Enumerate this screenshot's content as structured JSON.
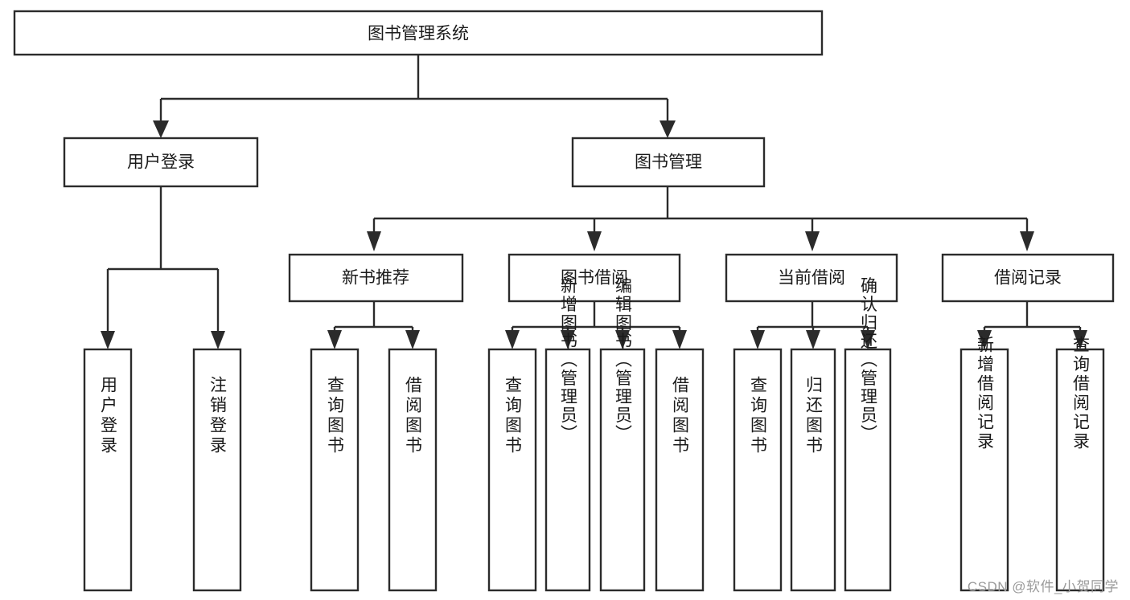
{
  "diagram": {
    "type": "tree-hierarchy-flowchart",
    "title": "图书管理系统",
    "root": {
      "id": "root",
      "label": "图书管理系统",
      "orientation": "horizontal"
    },
    "level2": [
      {
        "id": "user-login",
        "label": "用户登录",
        "orientation": "horizontal"
      },
      {
        "id": "book-manage",
        "label": "图书管理",
        "orientation": "horizontal"
      }
    ],
    "level3": [
      {
        "id": "new-book-rec",
        "label": "新书推荐",
        "orientation": "horizontal",
        "parent": "book-manage"
      },
      {
        "id": "book-borrow",
        "label": "图书借阅",
        "orientation": "horizontal",
        "parent": "book-manage"
      },
      {
        "id": "current-borrow",
        "label": "当前借阅",
        "orientation": "horizontal",
        "parent": "book-manage"
      },
      {
        "id": "borrow-record",
        "label": "借阅记录",
        "orientation": "horizontal",
        "parent": "book-manage"
      }
    ],
    "leaves": [
      {
        "id": "leaf-user-login",
        "label": "用户登录",
        "orientation": "vertical",
        "parent": "user-login"
      },
      {
        "id": "leaf-user-logout",
        "label": "注销登录",
        "orientation": "vertical",
        "parent": "user-login"
      },
      {
        "id": "leaf-query-book-1",
        "label": "查询图书",
        "orientation": "vertical",
        "parent": "new-book-rec"
      },
      {
        "id": "leaf-borrow-book-1",
        "label": "借阅图书",
        "orientation": "vertical",
        "parent": "new-book-rec"
      },
      {
        "id": "leaf-query-book-2",
        "label": "查询图书",
        "orientation": "vertical",
        "parent": "book-borrow"
      },
      {
        "id": "leaf-add-book",
        "label": "新增图书（管理员）",
        "orientation": "vertical",
        "parent": "book-borrow"
      },
      {
        "id": "leaf-edit-book",
        "label": "编辑图书（管理员）",
        "orientation": "vertical",
        "parent": "book-borrow"
      },
      {
        "id": "leaf-borrow-book-2",
        "label": "借阅图书",
        "orientation": "vertical",
        "parent": "book-borrow"
      },
      {
        "id": "leaf-query-book-3",
        "label": "查询图书",
        "orientation": "vertical",
        "parent": "current-borrow"
      },
      {
        "id": "leaf-return-book",
        "label": "归还图书",
        "orientation": "vertical",
        "parent": "current-borrow"
      },
      {
        "id": "leaf-confirm-return",
        "label": "确认归还（管理员）",
        "orientation": "vertical",
        "parent": "current-borrow"
      },
      {
        "id": "leaf-add-record",
        "label": "新增借阅记录",
        "orientation": "vertical",
        "parent": "borrow-record"
      },
      {
        "id": "leaf-query-record",
        "label": "查询借阅记录",
        "orientation": "vertical",
        "parent": "borrow-record"
      }
    ],
    "colors": {
      "background": "#ffffff",
      "box_fill": "#ffffff",
      "box_stroke": "#2b2b2b",
      "connector": "#2b2b2b",
      "text": "#1a1a1a",
      "watermark": "#9a9a9a"
    }
  },
  "watermark": {
    "text": "CSDN @软件_小贺同学"
  }
}
